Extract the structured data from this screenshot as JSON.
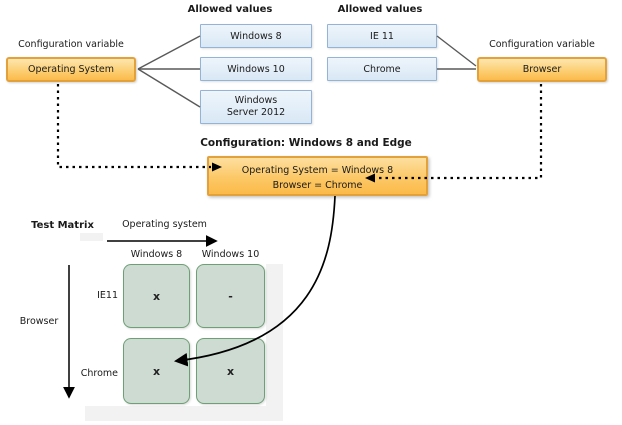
{
  "os_variable": {
    "caption": "Configuration variable",
    "label": "Operating System"
  },
  "browser_variable": {
    "caption": "Configuration variable",
    "label": "Browser"
  },
  "os_allowed": {
    "title": "Allowed values",
    "values": [
      "Windows 8",
      "Windows 10",
      "Windows Server 2012"
    ]
  },
  "browser_allowed": {
    "title": "Allowed values",
    "values": [
      "IE 11",
      "Chrome"
    ]
  },
  "configuration": {
    "title": "Configuration: Windows 8 and Edge",
    "lines": [
      "Operating System = Windows 8",
      "Browser = Chrome"
    ]
  },
  "test_matrix": {
    "title": "Test Matrix",
    "x_axis_label": "Operating system",
    "y_axis_label": "Browser",
    "column_headers": [
      "Windows 8",
      "Windows 10"
    ],
    "row_headers": [
      "IE11",
      "Chrome"
    ],
    "cells": [
      [
        "x",
        "-"
      ],
      [
        "x",
        "x"
      ]
    ]
  },
  "colors": {
    "variable_box_fill": "#fbbb4c",
    "variable_box_border": "#e3a13c",
    "value_box_fill": "#d9e8f5",
    "value_box_border": "#95b3d7",
    "matrix_cell_fill": "#cddbd2",
    "matrix_cell_border": "#6f9f76",
    "panel_gray": "#f2f2f2",
    "connector": "#595959",
    "arrow": "#000000"
  }
}
